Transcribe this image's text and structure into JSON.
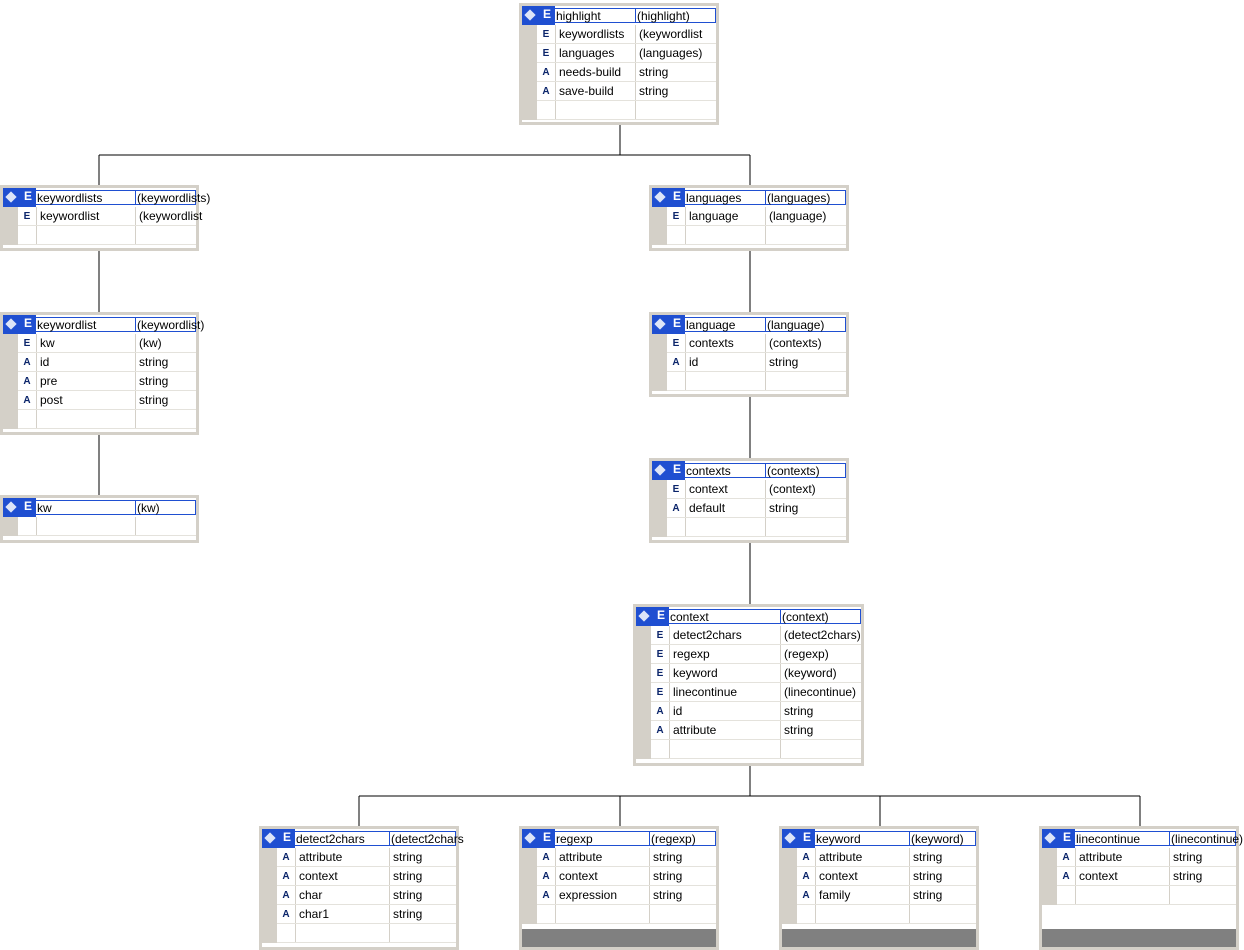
{
  "nodes": {
    "highlight": {
      "name": "highlight",
      "type": "(highlight)",
      "rows": [
        {
          "kind": "E",
          "name": "keywordlists",
          "type": "(keywordlist"
        },
        {
          "kind": "E",
          "name": "languages",
          "type": "(languages)"
        },
        {
          "kind": "A",
          "name": "needs-build",
          "type": "string"
        },
        {
          "kind": "A",
          "name": "save-build",
          "type": "string"
        }
      ]
    },
    "keywordlists": {
      "name": "keywordlists",
      "type": "(keywordlists)",
      "rows": [
        {
          "kind": "E",
          "name": "keywordlist",
          "type": "(keywordlist"
        }
      ]
    },
    "keywordlist": {
      "name": "keywordlist",
      "type": "(keywordlist)",
      "rows": [
        {
          "kind": "E",
          "name": "kw",
          "type": "(kw)"
        },
        {
          "kind": "A",
          "name": "id",
          "type": "string"
        },
        {
          "kind": "A",
          "name": "pre",
          "type": "string"
        },
        {
          "kind": "A",
          "name": "post",
          "type": "string"
        }
      ]
    },
    "kw": {
      "name": "kw",
      "type": "(kw)",
      "rows": []
    },
    "languages": {
      "name": "languages",
      "type": "(languages)",
      "rows": [
        {
          "kind": "E",
          "name": "language",
          "type": "(language)"
        }
      ]
    },
    "language": {
      "name": "language",
      "type": "(language)",
      "rows": [
        {
          "kind": "E",
          "name": "contexts",
          "type": "(contexts)"
        },
        {
          "kind": "A",
          "name": "id",
          "type": "string"
        }
      ]
    },
    "contexts": {
      "name": "contexts",
      "type": "(contexts)",
      "rows": [
        {
          "kind": "E",
          "name": "context",
          "type": "(context)"
        },
        {
          "kind": "A",
          "name": "default",
          "type": "string"
        }
      ]
    },
    "context": {
      "name": "context",
      "type": "(context)",
      "rows": [
        {
          "kind": "E",
          "name": "detect2chars",
          "type": "(detect2chars)"
        },
        {
          "kind": "E",
          "name": "regexp",
          "type": "(regexp)"
        },
        {
          "kind": "E",
          "name": "keyword",
          "type": "(keyword)"
        },
        {
          "kind": "E",
          "name": "linecontinue",
          "type": "(linecontinue)"
        },
        {
          "kind": "A",
          "name": "id",
          "type": "string"
        },
        {
          "kind": "A",
          "name": "attribute",
          "type": "string"
        }
      ]
    },
    "detect2chars": {
      "name": "detect2chars",
      "type": "(detect2chars",
      "rows": [
        {
          "kind": "A",
          "name": "attribute",
          "type": "string"
        },
        {
          "kind": "A",
          "name": "context",
          "type": "string"
        },
        {
          "kind": "A",
          "name": "char",
          "type": "string"
        },
        {
          "kind": "A",
          "name": "char1",
          "type": "string"
        }
      ]
    },
    "regexp": {
      "name": "regexp",
      "type": "(regexp)",
      "rows": [
        {
          "kind": "A",
          "name": "attribute",
          "type": "string"
        },
        {
          "kind": "A",
          "name": "context",
          "type": "string"
        },
        {
          "kind": "A",
          "name": "expression",
          "type": "string"
        }
      ]
    },
    "keyword": {
      "name": "keyword",
      "type": "(keyword)",
      "rows": [
        {
          "kind": "A",
          "name": "attribute",
          "type": "string"
        },
        {
          "kind": "A",
          "name": "context",
          "type": "string"
        },
        {
          "kind": "A",
          "name": "family",
          "type": "string"
        }
      ]
    },
    "linecontinue": {
      "name": "linecontinue",
      "type": "(linecontinue)",
      "rows": [
        {
          "kind": "A",
          "name": "attribute",
          "type": "string"
        },
        {
          "kind": "A",
          "name": "context",
          "type": "string"
        }
      ]
    }
  },
  "colors": {
    "header_blue": "#1f4fd1",
    "frame_gray": "#d4d0c8",
    "collapsed_gray": "#808080",
    "kind_text": "#0a246a"
  }
}
